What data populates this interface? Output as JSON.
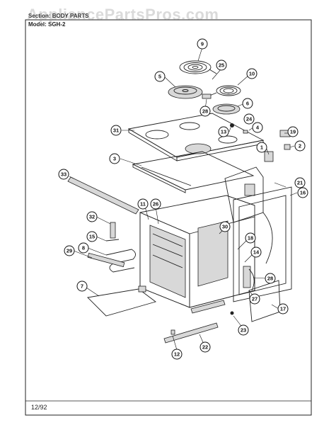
{
  "header": {
    "section_label": "Section: BODY PARTS",
    "model_label": "Model: SGH-2"
  },
  "watermark": "AppliancePartsPros.com",
  "footer": {
    "date": "12/92"
  },
  "callouts": [
    "9",
    "25",
    "5",
    "10",
    "28",
    "6",
    "24",
    "31",
    "13",
    "4",
    "19",
    "3",
    "1",
    "2",
    "33",
    "21",
    "16",
    "11",
    "26",
    "32",
    "15",
    "30",
    "18",
    "29",
    "8",
    "14",
    "28",
    "7",
    "27",
    "17",
    "23",
    "12",
    "22"
  ],
  "colors": {
    "line": "#222222",
    "shade": "#d8d8d8",
    "watermark": "#969696"
  }
}
